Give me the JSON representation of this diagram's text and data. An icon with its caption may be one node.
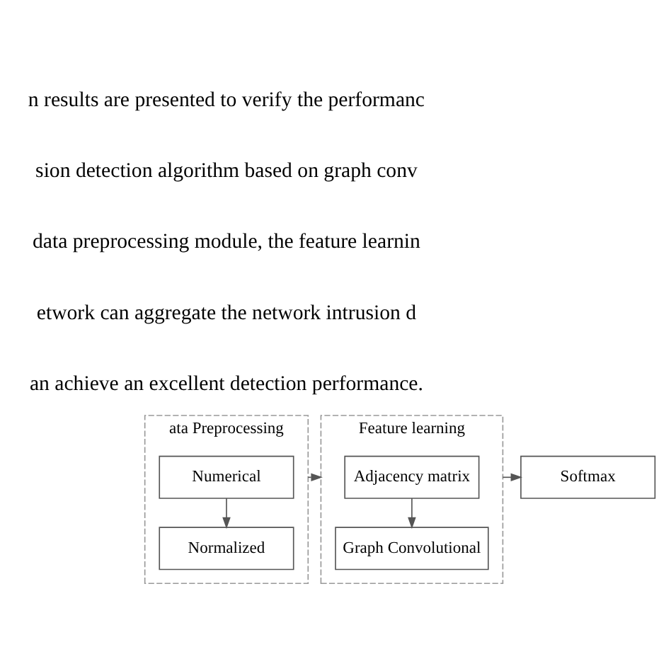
{
  "diagram": {
    "nodes": [
      {
        "text": [
          "ata Preprocessing"
        ]
      },
      {
        "text": [
          "Numerical"
        ],
        "in": 0
      },
      {
        "text": [
          "Normalized"
        ],
        "in": 0
      },
      {
        "text": [
          "Feature learning"
        ]
      },
      {
        "text": [
          "Adjacency matrix"
        ],
        "in": 3
      },
      {
        "text": [
          "Graph Convolutional"
        ],
        "in": 3
      },
      {
        "text": [
          "Softmax"
        ]
      }
    ],
    "edges": [
      {
        "from": 1,
        "to": 2,
        "arrow": "to"
      },
      {
        "from": 0,
        "to": 3,
        "arrow": "to"
      },
      {
        "from": 4,
        "to": 5,
        "arrow": "to"
      },
      {
        "from": 3,
        "to": 6,
        "arrow": "to"
      }
    ],
    "labels": [
      "n results are presented to verify the performanc",
      "sion detection algorithm based on graph conv",
      "data preprocessing module, the feature learnin",
      "etwork can aggregate the network intrusion d",
      "an achieve an excellent detection performance."
    ]
  }
}
